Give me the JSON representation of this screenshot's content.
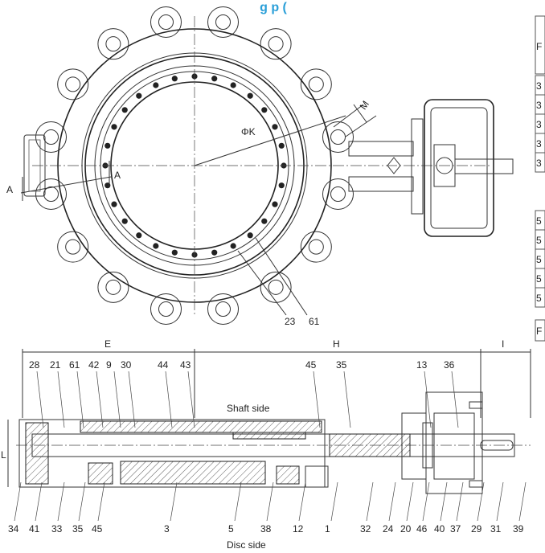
{
  "title_fragment": "g p (",
  "top_view": {
    "label_phik": "ΦK",
    "label_m": "M",
    "label_a_left": "A",
    "label_a_right": "A",
    "leader_23": "23",
    "leader_61": "61"
  },
  "table": {
    "header_char": "F",
    "rows_a": [
      "3",
      "3",
      "3",
      "3",
      "3"
    ],
    "rows_b": [
      "5",
      "5",
      "5",
      "5",
      "5"
    ],
    "footer_char": "F"
  },
  "section_view": {
    "dim_e": "E",
    "dim_h": "H",
    "dim_i": "I",
    "dim_l": "L",
    "shaft_side": "Shaft side",
    "disc_side": "Disc side",
    "top_callouts": [
      "28",
      "21",
      "61",
      "42",
      "9",
      "30",
      "44",
      "43",
      "45",
      "35",
      "13",
      "36"
    ],
    "bottom_callouts": [
      "34",
      "41",
      "33",
      "35",
      "45",
      "3",
      "5",
      "38",
      "12",
      "1",
      "32",
      "24",
      "20",
      "46",
      "40",
      "37",
      "29",
      "31",
      "39"
    ]
  }
}
